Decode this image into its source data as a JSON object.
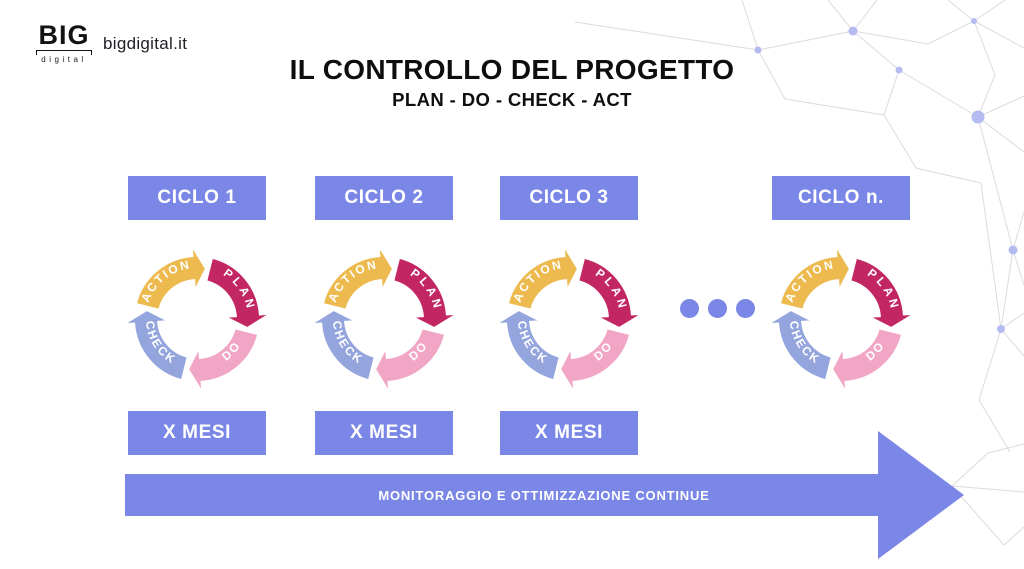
{
  "brand": {
    "logo_big": "BIG",
    "logo_digital": "digital",
    "site": "bigdigital.it"
  },
  "header": {
    "title": "IL CONTROLLO DEL PROGETTO",
    "subtitle": "PLAN - DO - CHECK - ACT"
  },
  "pdca": {
    "plan": "PLAN",
    "do": "DO",
    "check": "CHECK",
    "action": "ACTION"
  },
  "cycles": [
    {
      "label": "CICLO 1",
      "months": "X MESI"
    },
    {
      "label": "CICLO 2",
      "months": "X MESI"
    },
    {
      "label": "CICLO 3",
      "months": "X MESI"
    },
    {
      "label": "CICLO n."
    }
  ],
  "separator": {
    "dots": 3
  },
  "timeline": {
    "label": "MONITORAGGIO E OTTIMIZZAZIONE CONTINUE"
  },
  "colors": {
    "periwinkle": "#7b87e6",
    "plan_crimson": "#c22763",
    "do_pink": "#f2a6c6",
    "check_blue": "#94a5de",
    "action_yellow": "#ecba4e",
    "mesh_line": "#dbdbe0",
    "mesh_node": "#b4bbf1"
  }
}
